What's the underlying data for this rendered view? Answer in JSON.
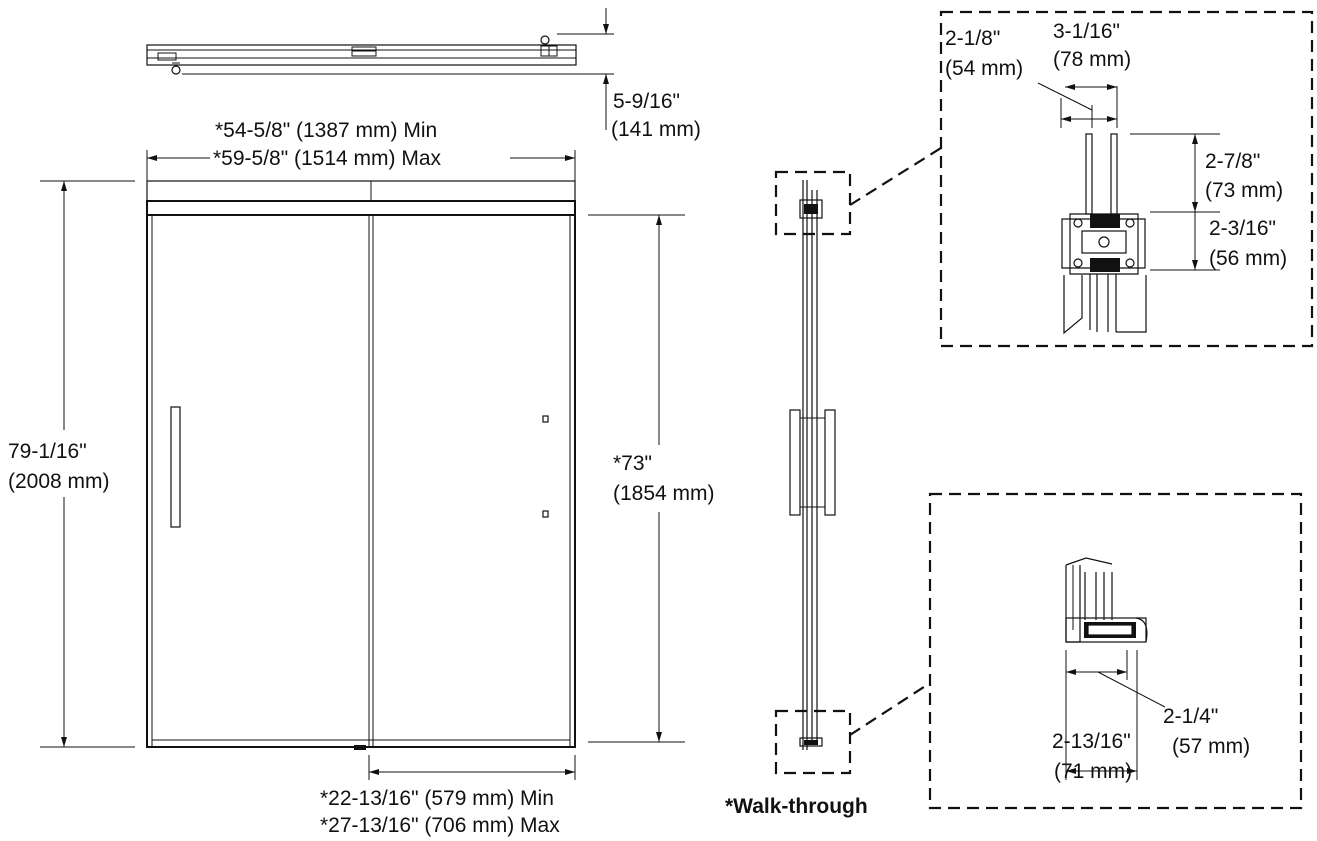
{
  "dimensions": {
    "top_offset": "5-9/16\"",
    "top_offset_mm": "(141 mm)",
    "width_min": "*54-5/8\" (1387 mm) Min",
    "width_max": "*59-5/8\" (1514 mm) Max",
    "height_total": "79-1/16\"",
    "height_total_mm": "(2008 mm)",
    "height_opening": "*73\"",
    "height_opening_mm": "(1854 mm)",
    "opening_min": "*22-13/16\" (579 mm) Min",
    "opening_max": "*27-13/16\" (706 mm) Max"
  },
  "detail_top": {
    "a": "2-1/8\"",
    "a_mm": "(54 mm)",
    "b": "3-1/16\"",
    "b_mm": "(78 mm)",
    "c": "2-7/8\"",
    "c_mm": "(73 mm)",
    "d": "2-3/16\"",
    "d_mm": "(56 mm)"
  },
  "detail_bottom": {
    "a": "2-1/4\"",
    "a_mm": "(57 mm)",
    "b": "2-13/16\"",
    "b_mm": "(71 mm)"
  },
  "note": "*Walk-through"
}
